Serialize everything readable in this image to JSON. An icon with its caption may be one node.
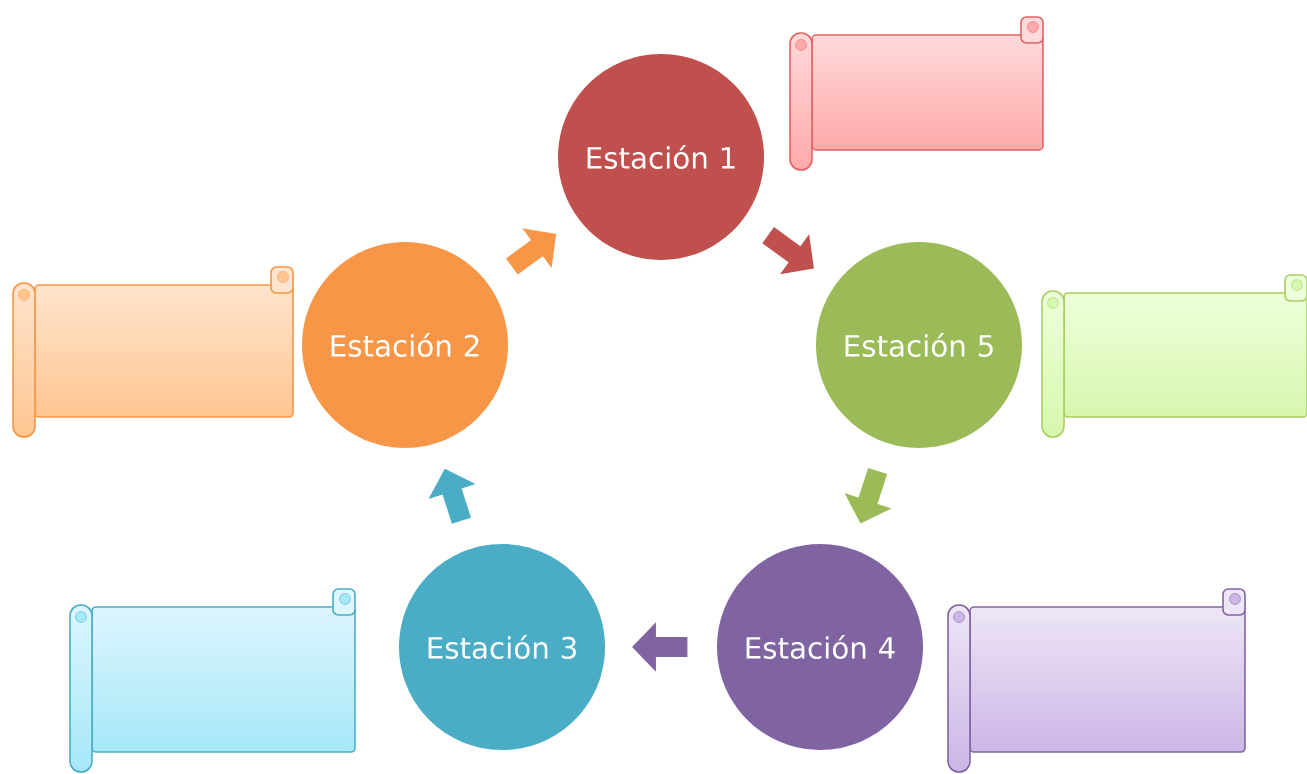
{
  "diagram": {
    "nodes": [
      {
        "text": [
          "Estación 1"
        ]
      },
      {
        "text": [
          "Estación 2"
        ]
      },
      {
        "text": [
          "Estación 5"
        ]
      },
      {
        "text": [
          "Estación 3"
        ]
      },
      {
        "text": [
          "Estación 4"
        ]
      },
      {
        "text": [],
        "shape": "scroll"
      },
      {
        "text": [],
        "shape": "scroll"
      },
      {
        "text": [],
        "shape": "scroll"
      },
      {
        "text": [],
        "shape": "scroll"
      },
      {
        "text": [],
        "shape": "scroll"
      }
    ],
    "edges": [
      {
        "from": 0,
        "to": 2,
        "arrow": "to",
        "color": "#c0504d"
      },
      {
        "from": 2,
        "to": 4,
        "arrow": "to",
        "color": "#9bbb59"
      },
      {
        "from": 4,
        "to": 3,
        "arrow": "to",
        "color": "#8064a2"
      },
      {
        "from": 3,
        "to": 1,
        "arrow": "to",
        "color": "#4bacc6"
      },
      {
        "from": 1,
        "to": 0,
        "arrow": "to",
        "color": "#f79646"
      }
    ]
  }
}
